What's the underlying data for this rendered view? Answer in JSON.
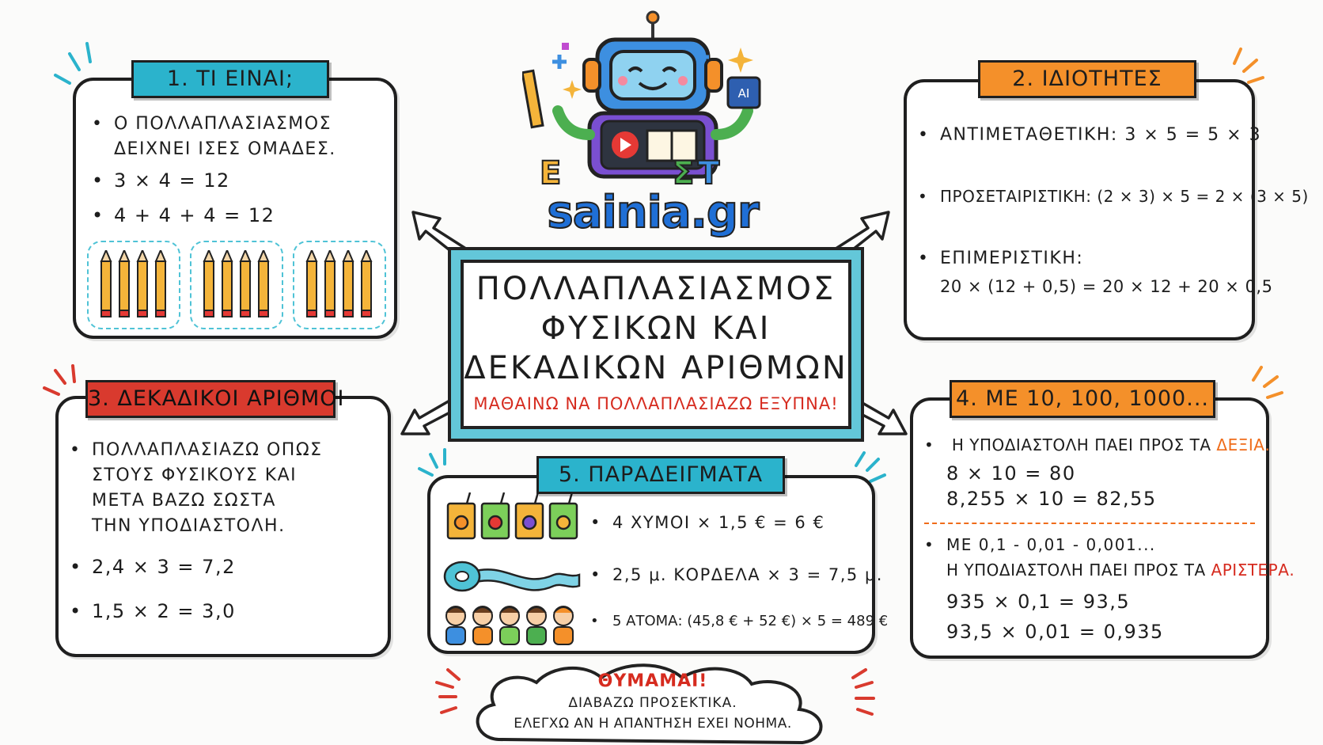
{
  "logo": {
    "text": "sainia.gr",
    "badge": "AI",
    "letters": [
      "Ε",
      "Σ",
      "Τ"
    ]
  },
  "center": {
    "title_lines": [
      "ΠΟΛΛΑΠΛΑΣΙΑΣΜΟΣ",
      "ΦΥΣΙΚΩΝ ΚΑΙ",
      "ΔΕΚΑΔΙΚΩΝ ΑΡΙΘΜΩΝ"
    ],
    "subtitle": "ΜΑΘΑΙΝΩ ΝΑ ΠΟΛΛΑΠΛΑΣΙΑΖΩ ΕΞΥΠΝΑ!"
  },
  "panel1": {
    "tag": "1. ΤΙ ΕΙΝΑΙ;",
    "line1a": "Ο ΠΟΛΛΑΠΛΑΣΙΑΣΜΟΣ",
    "line1b": "ΔΕΙΧΝΕΙ ΙΣΕΣ ΟΜΑΔΕΣ.",
    "line2": "3 × 4 = 12",
    "line3": "4 + 4 + 4 = 12"
  },
  "panel2": {
    "tag": "2. ΙΔΙΟΤΗΤΕΣ",
    "line1": "ΑΝΤΙΜΕΤΑΘΕΤΙΚΗ:   3 × 5 = 5 × 3",
    "line2": "ΠΡΟΣΕΤΑΙΡΙΣΤΙΚΗ:  (2 × 3) × 5 = 2 × (3 × 5)",
    "line3": "ΕΠΙΜΕΡΙΣΤΙΚΗ:",
    "line4": "20 × (12 + 0,5) = 20 × 12 + 20 × 0,5"
  },
  "panel3": {
    "tag": "3. ΔΕΚΑΔΙΚΟΙ ΑΡΙΘΜΟΙ",
    "line1a": "ΠΟΛΛΑΠΛΑΣΙΑΖΩ ΟΠΩΣ",
    "line1b": "ΣΤΟΥΣ ΦΥΣΙΚΟΥΣ ΚΑΙ",
    "line1c": "ΜΕΤΑ ΒΑΖΩ ΣΩΣΤΑ",
    "line1d": "ΤΗΝ ΥΠΟΔΙΑΣΤΟΛΗ.",
    "line2": "2,4 × 3 = 7,2",
    "line3": "1,5 × 2 = 3,0"
  },
  "panel4": {
    "tag": "4. ΜΕ 10, 100, 1000...",
    "line1_pre": "Η ΥΠΟΔΙΑΣΤΟΛΗ ΠΑΕΙ ΠΡΟΣ ΤΑ ",
    "line1_hl": "ΔΕΞΙΑ.",
    "line2": "8 × 10 = 80",
    "line3": "8,255 × 10 = 82,55",
    "line4": "ΜΕ 0,1 - 0,01 - 0,001...",
    "line5_pre": "Η ΥΠΟΔΙΑΣΤΟΛΗ ΠΑΕΙ ΠΡΟΣ ΤΑ ",
    "line5_hl": "ΑΡΙΣΤΕΡΑ.",
    "line6": "935 × 0,1 = 93,5",
    "line7": "93,5 × 0,01 = 0,935"
  },
  "panel5": {
    "tag": "5. ΠΑΡΑΔΕΙΓΜΑΤΑ",
    "line1": "4 ΧΥΜΟΙ × 1,5 € = 6 €",
    "line2": "2,5 μ. ΚΟΡΔΕΛΑ × 3 = 7,5 μ.",
    "line3": "5 ΑΤΟΜΑ: (45,8 € + 52 €) × 5 = 489 €"
  },
  "cloud": {
    "title": "ΘΥΜΑΜΑΙ!",
    "line1": "ΔΙΑΒΑΖΩ ΠΡΟΣΕΚΤΙΚΑ.",
    "line2": "ΕΛΕΓΧΩ ΑΝ Η ΑΠΑΝΤΗΣΗ ΕΧΕΙ ΝΟΗΜΑ."
  },
  "colors": {
    "teal": "#2bb3cc",
    "orange": "#f4902a",
    "red": "#d93a2e"
  }
}
